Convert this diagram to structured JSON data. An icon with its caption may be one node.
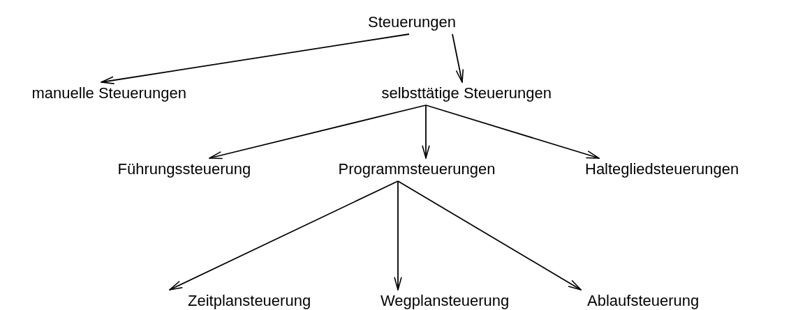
{
  "diagram": {
    "nodes": [
      {
        "text": [
          "Steuerungen"
        ]
      },
      {
        "text": [
          "manuelle Steuerungen"
        ]
      },
      {
        "text": [
          "selbsttätige Steuerungen"
        ]
      },
      {
        "text": [
          "Führungssteuerung"
        ]
      },
      {
        "text": [
          "Programmsteuerungen"
        ]
      },
      {
        "text": [
          "Haltegliedsteuerungen"
        ]
      },
      {
        "text": [
          "Zeitplansteuerung"
        ]
      },
      {
        "text": [
          "Wegplansteuerung"
        ]
      },
      {
        "text": [
          "Ablaufsteuerung"
        ]
      }
    ],
    "edges": [
      {
        "from": 0,
        "to": 1,
        "arrow": "to"
      },
      {
        "from": 0,
        "to": 2,
        "arrow": "to"
      },
      {
        "from": 2,
        "to": 3,
        "arrow": "to"
      },
      {
        "from": 2,
        "to": 4,
        "arrow": "to"
      },
      {
        "from": 2,
        "to": 5,
        "arrow": "to"
      },
      {
        "from": 4,
        "to": 6,
        "arrow": "to"
      },
      {
        "from": 4,
        "to": 7,
        "arrow": "to"
      },
      {
        "from": 4,
        "to": 8,
        "arrow": "to"
      }
    ]
  }
}
